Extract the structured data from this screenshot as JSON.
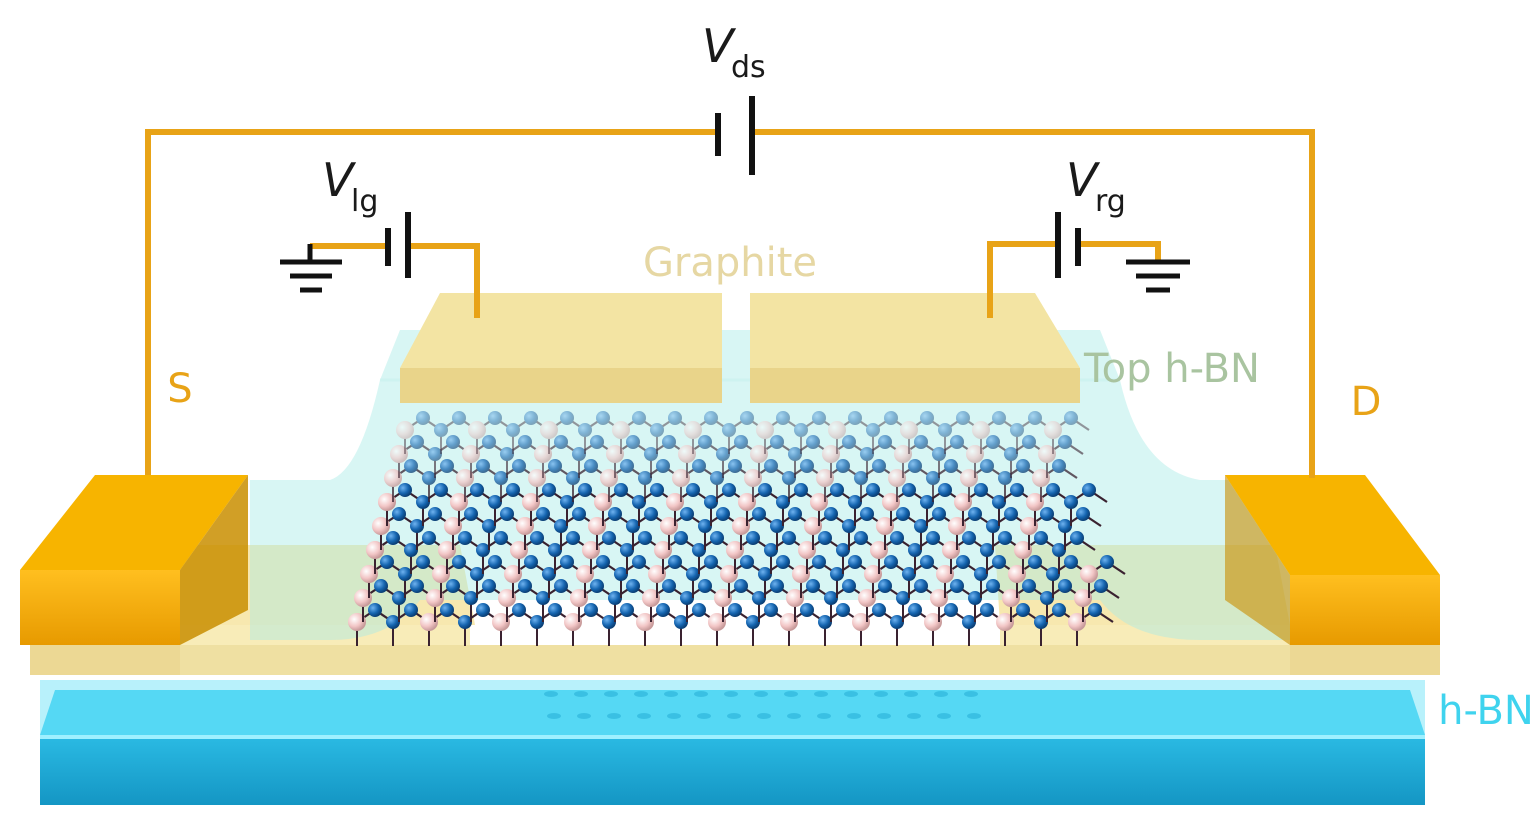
{
  "labels": {
    "graphite": "Graphite",
    "top_hbn": "Top h-BN",
    "bottom_hbn": "h-BN",
    "source": "S",
    "drain": "D"
  },
  "voltages": {
    "ds": {
      "symbol": "V",
      "subscript": "ds"
    },
    "lg": {
      "symbol": "V",
      "subscript": "lg"
    },
    "rg": {
      "symbol": "V",
      "subscript": "rg"
    }
  },
  "colors": {
    "wire": "#e8a317",
    "contact_gold": "#f0a800",
    "graphite": "#f5e7a6",
    "hbn_blue": "#31c5ea",
    "top_hbn_label": "#a9c4a0",
    "graphite_label": "#e6d7a3",
    "hbn_label": "#3fd3ee",
    "atom_blue": "#1565b0",
    "atom_pink": "#f2c6c6"
  }
}
